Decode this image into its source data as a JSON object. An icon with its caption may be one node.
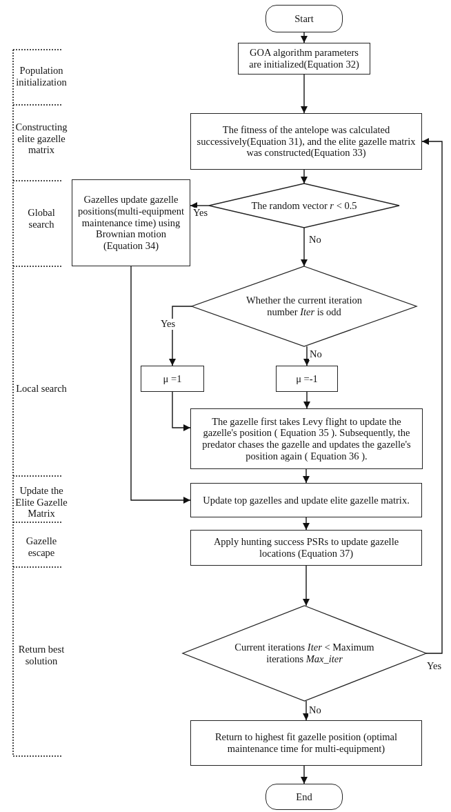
{
  "diagram": {
    "nodes": [
      {
        "text": [
          "Start"
        ]
      },
      {
        "text": [
          "GOA algorithm parameters are initialized(Equation 32)"
        ]
      },
      {
        "text": [
          "The fitness of the antelope was calculated successively(Equation 31), and the elite gazelle matrix was constructed(Equation 33)"
        ]
      },
      {
        "text": [
          "The random vector *r* < 0.5"
        ]
      },
      {
        "text": [
          "Gazelles update gazelle positions(multi-equipment maintenance time) using Brownian motion (Equation 34)"
        ]
      },
      {
        "text": [
          "Whether the current iteration number *Iter* is odd"
        ]
      },
      {
        "text": [
          "μ =1"
        ]
      },
      {
        "text": [
          "μ =-1"
        ]
      },
      {
        "text": [
          "The gazelle first takes Levy flight to update the gazelle's position ( Equation 35 ). Subsequently, the predator chases the gazelle and updates the gazelle's position again ( Equation 36 )."
        ]
      },
      {
        "text": [
          "Update top gazelles and update elite gazelle matrix."
        ]
      },
      {
        "text": [
          "Apply hunting success PSRs to update gazelle locations (Equation 37)"
        ]
      },
      {
        "text": [
          "Current iterations *Iter* < Maximum iterations *Max_iter*"
        ]
      },
      {
        "text": [
          "Return to highest fit gazelle position (optimal maintenance time for multi-equipment)"
        ]
      },
      {
        "text": [
          "End"
        ]
      }
    ],
    "edges": [
      {
        "from": 0,
        "to": 1,
        "arrow": "to"
      },
      {
        "from": 1,
        "to": 2,
        "arrow": "to"
      },
      {
        "from": 2,
        "to": 3,
        "arrow": "to"
      },
      {
        "from": 3,
        "to": 4,
        "arrow": "to",
        "label": "Yes"
      },
      {
        "from": 3,
        "to": 5,
        "arrow": "to",
        "label": "No"
      },
      {
        "from": 5,
        "to": 6,
        "arrow": "to",
        "label": "Yes"
      },
      {
        "from": 5,
        "to": 7,
        "arrow": "to",
        "label": "No"
      },
      {
        "from": 7,
        "to": 8,
        "arrow": "to"
      },
      {
        "from": 6,
        "to": 8,
        "arrow": "to"
      },
      {
        "from": 4,
        "to": 9,
        "arrow": "to"
      },
      {
        "from": 8,
        "to": 9,
        "arrow": "to"
      },
      {
        "from": 9,
        "to": 10,
        "arrow": "to"
      },
      {
        "from": 10,
        "to": 11,
        "arrow": "to"
      },
      {
        "from": 11,
        "to": 2,
        "arrow": "to",
        "label": "Yes"
      },
      {
        "from": 11,
        "to": 12,
        "arrow": "to",
        "label": "No"
      },
      {
        "from": 12,
        "to": 13,
        "arrow": "to"
      }
    ],
    "labels": [
      "Population initialization",
      "Constructing elite gazelle matrix",
      "Global search",
      "Local search",
      "Update the Elite Gazelle Matrix",
      "Gazelle escape",
      "Return best solution"
    ]
  }
}
